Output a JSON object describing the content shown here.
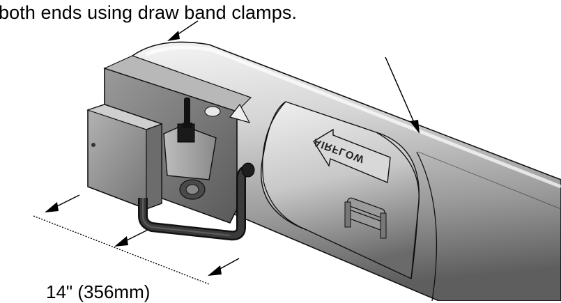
{
  "caption": "both ends using draw band clamps.",
  "dimension_label": "14\" (356mm)",
  "duct_marking": "AIRFLOW",
  "icons": [
    "antenna-icon",
    "arrow-icon"
  ],
  "colors": {
    "duct_light": "#e2e2e2",
    "duct_mid": "#a9a9a9",
    "duct_dark": "#5a5a5a",
    "enclosure": "#8d8d8d",
    "pipe": "#2b2b2b",
    "line": "#111111"
  }
}
